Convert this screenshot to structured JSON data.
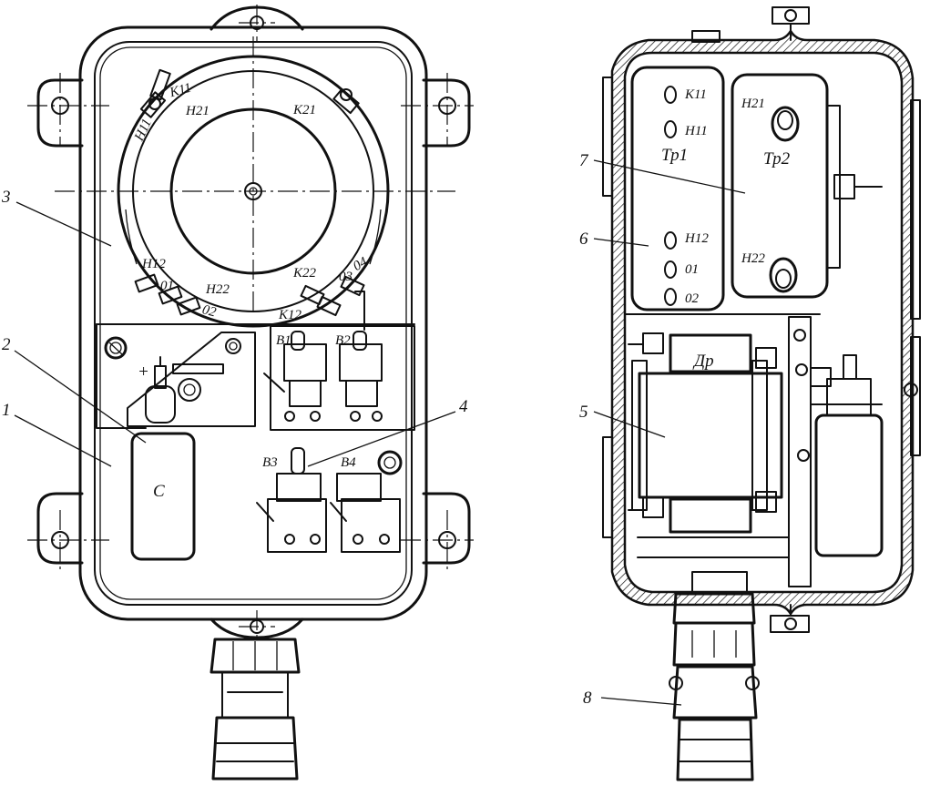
{
  "callouts": [
    "1",
    "2",
    "3",
    "4",
    "5",
    "6",
    "7",
    "8"
  ],
  "front_view": {
    "transformer_terminals": [
      "Н11",
      "К11",
      "Н21",
      "К21",
      "Н12",
      "Н22",
      "К22",
      "К12",
      "01",
      "02",
      "03",
      "04"
    ],
    "switches": [
      "В1",
      "В2",
      "В3",
      "В4"
    ],
    "capacitor": "С",
    "polarity": "+"
  },
  "side_view": {
    "transformer_1": "Тр1",
    "transformer_2": "Тр2",
    "choke": "Др",
    "tr1_terminals": [
      "К11",
      "Н11",
      "Н12",
      "01",
      "02"
    ],
    "tr2_terminals": [
      "Н21",
      "Н22"
    ]
  }
}
